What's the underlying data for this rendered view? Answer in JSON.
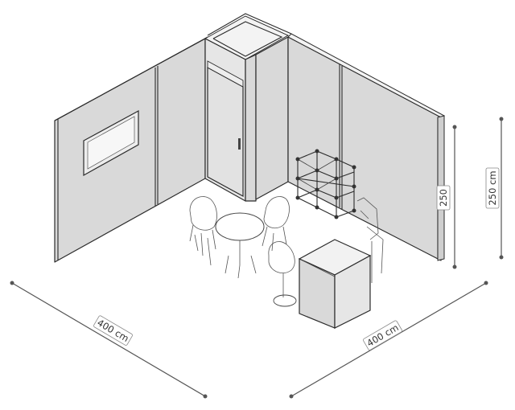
{
  "dimensions": {
    "left_width": "400 cm",
    "right_width": "400 cm",
    "wall_height": "250",
    "total_height": "250 cm"
  },
  "colors": {
    "wall": "#d9d9d9",
    "line": "#2b2b2b",
    "dimension": "#555555"
  }
}
